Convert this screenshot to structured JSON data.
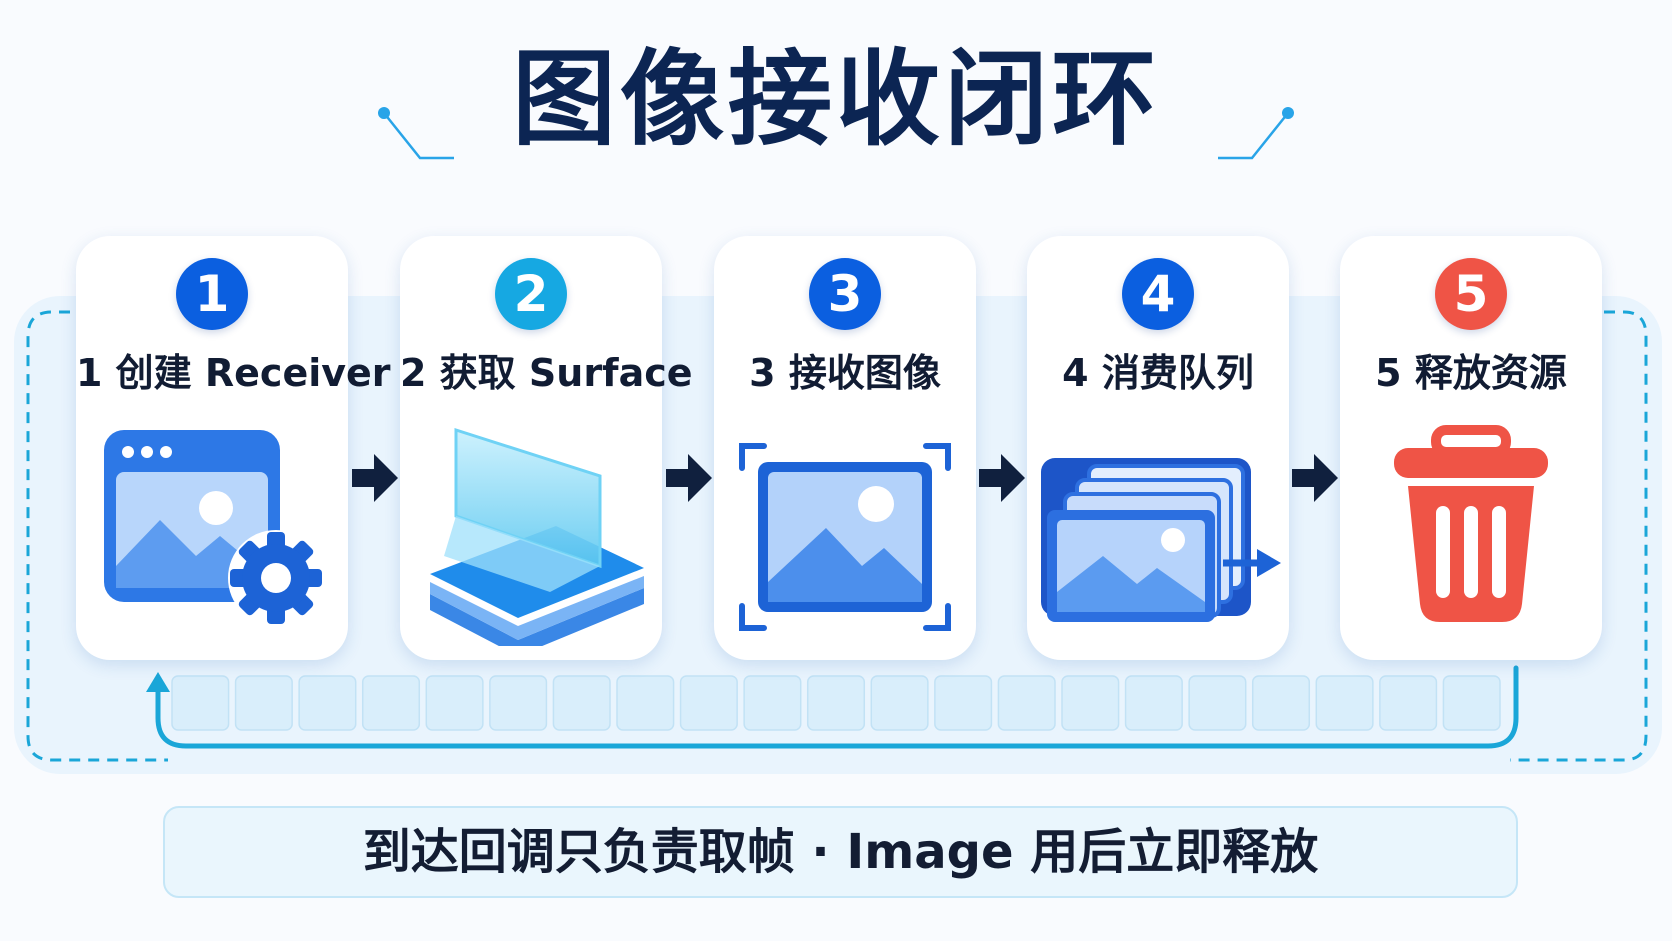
{
  "title": "图像接收闭环",
  "steps": [
    {
      "number": "1",
      "label": "1 创建 Receiver",
      "color": "#0b5fe0",
      "icon": "image-window-gear-icon"
    },
    {
      "number": "2",
      "label": "2 获取 Surface",
      "color": "#16a8e2",
      "icon": "glass-surface-icon"
    },
    {
      "number": "3",
      "label": "3 接收图像",
      "color": "#0b5fe0",
      "icon": "image-frame-icon"
    },
    {
      "number": "4",
      "label": "4 消费队列",
      "color": "#0b5fe0",
      "icon": "image-queue-icon"
    },
    {
      "number": "5",
      "label": "5 释放资源",
      "color": "#ef5446",
      "icon": "trash-icon"
    }
  ],
  "note": "到达回调只负责取帧 · Image 用后立即释放",
  "colors": {
    "title": "#0c2553",
    "arrow": "#10203e",
    "loop": "#1aa6d8",
    "accent_blue": "#2f7be6",
    "accent_red": "#ef5446"
  }
}
